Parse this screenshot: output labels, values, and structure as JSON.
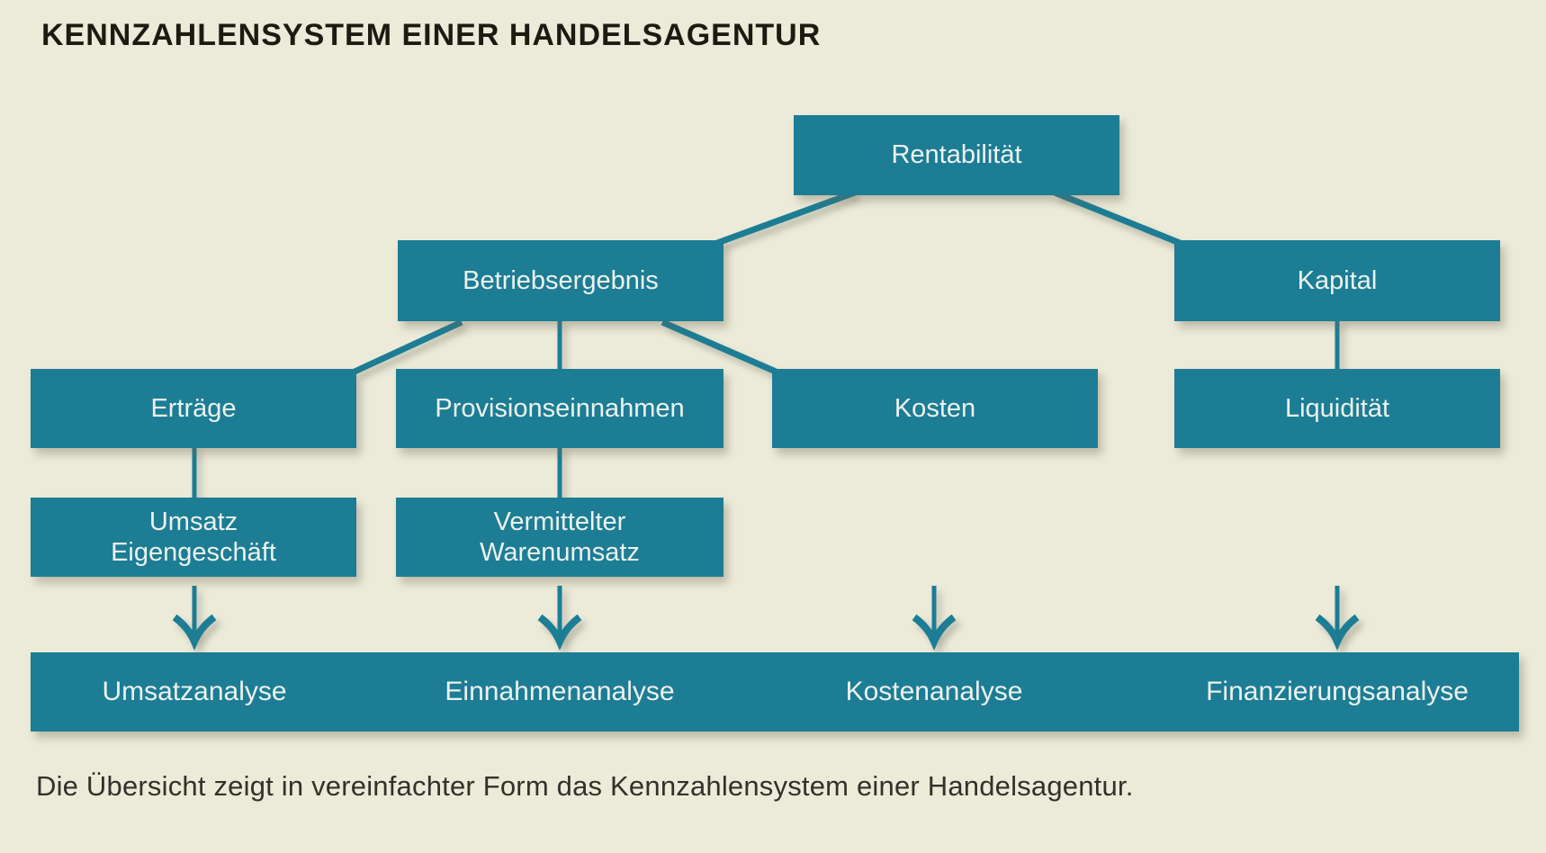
{
  "title": "KENNZAHLENSYSTEM EINER HANDELSAGENTUR",
  "caption": "Die Übersicht zeigt in vereinfachter Form das Kennzahlensystem einer Handelsagentur.",
  "colors": {
    "background": "#ecebd9",
    "box_fill": "#1c7d95",
    "box_text": "#edf2ee",
    "title_text": "#1c1b12",
    "caption_text": "#32312a",
    "connector": "#1c7d95"
  },
  "nodes": {
    "rentabilitaet": {
      "label": "Rentabilität"
    },
    "betriebsergebnis": {
      "label": "Betriebsergebnis"
    },
    "kapital": {
      "label": "Kapital"
    },
    "ertraege": {
      "label": "Erträge"
    },
    "provisionseinnahmen": {
      "label": "Provisionseinnahmen"
    },
    "kosten": {
      "label": "Kosten"
    },
    "liquiditaet": {
      "label": "Liquidität"
    },
    "umsatz_eigengeschaeft": {
      "label": "Umsatz\nEigengeschäft"
    },
    "vermittelter_warenumsatz": {
      "label": "Vermittelter\nWarenumsatz"
    }
  },
  "edges": [
    [
      "rentabilitaet",
      "betriebsergebnis"
    ],
    [
      "rentabilitaet",
      "kapital"
    ],
    [
      "betriebsergebnis",
      "ertraege"
    ],
    [
      "betriebsergebnis",
      "provisionseinnahmen"
    ],
    [
      "betriebsergebnis",
      "kosten"
    ],
    [
      "kapital",
      "liquiditaet"
    ],
    [
      "ertraege",
      "umsatz_eigengeschaeft"
    ],
    [
      "provisionseinnahmen",
      "vermittelter_warenumsatz"
    ]
  ],
  "analysis_bar": {
    "items": [
      "Umsatzanalyse",
      "Einnahmenanalyse",
      "Kostenanalyse",
      "Finanzierungsanalyse"
    ]
  }
}
